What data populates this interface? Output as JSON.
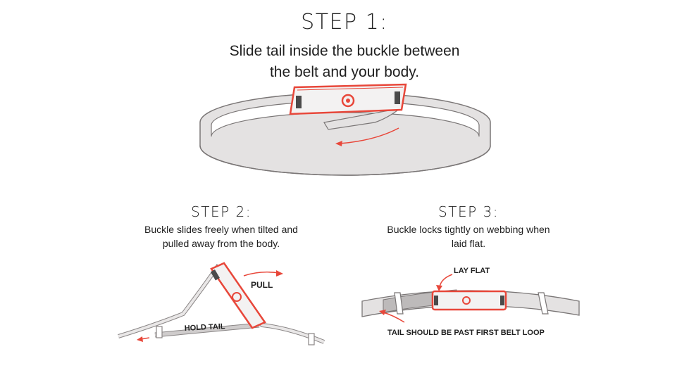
{
  "step1": {
    "title": "STEP 1:",
    "description_line1": "Slide tail inside the buckle between",
    "description_line2": "the belt and your body."
  },
  "step2": {
    "title": "STEP 2:",
    "description_line1": "Buckle slides freely when tilted and",
    "description_line2": "pulled away from the body.",
    "label_pull": "PULL",
    "label_hold_tail": "HOLD TAIL"
  },
  "step3": {
    "title": "STEP 3:",
    "description_line1": "Buckle locks tightly on webbing when",
    "description_line2": "laid flat.",
    "label_lay_flat": "LAY FLAT",
    "label_tail_note": "TAIL SHOULD BE PAST FIRST BELT LOOP"
  },
  "colors": {
    "accent": "#e8473a",
    "belt_fill": "#e4e2e2",
    "belt_stroke": "#7a7676",
    "buckle_fill": "#f3f2f2",
    "tab": "#4a4a4a"
  }
}
